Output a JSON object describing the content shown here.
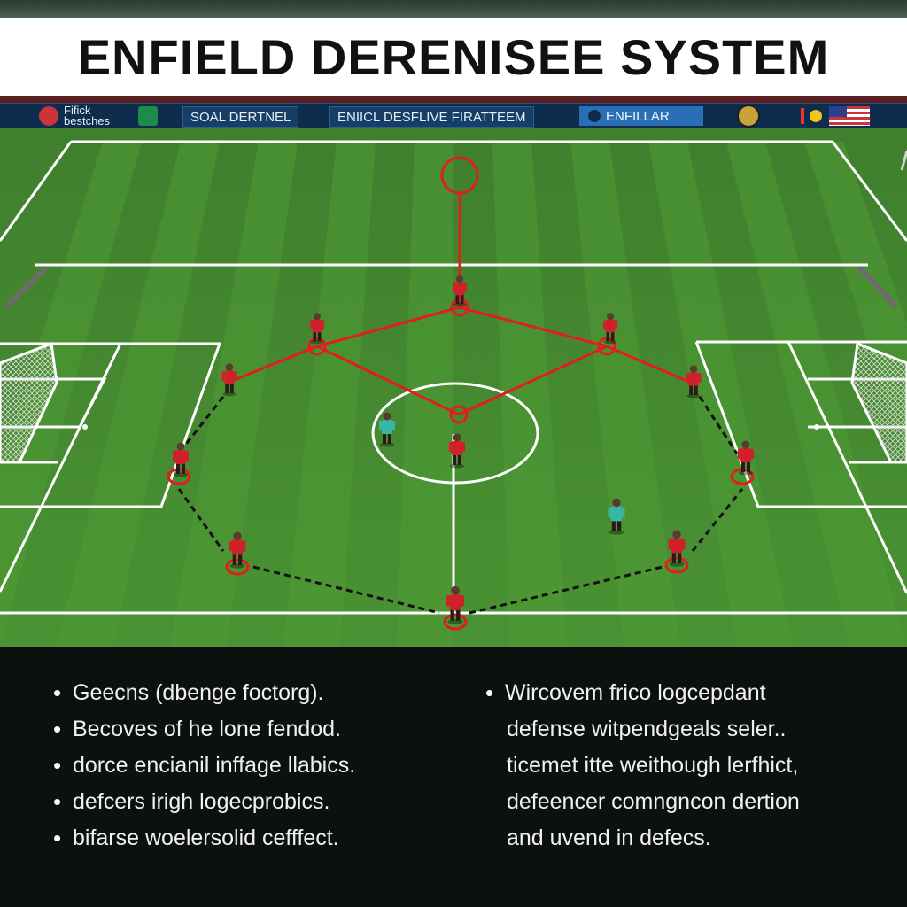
{
  "title": "ENFIELD DERENISEE SYSTEM",
  "ad_boards": [
    {
      "text": "Fifick\nbestches"
    },
    {
      "text": "SOAL DERTNEL"
    },
    {
      "text": "ENIICL DESFLIVE FIRATTEEM"
    },
    {
      "text": "ENFILLAR"
    }
  ],
  "colors": {
    "pitch_light": "#4f9a34",
    "pitch_dark": "#3f8429",
    "line": "#ffffff",
    "red_link": "#e21d1d",
    "player_red": "#d0202a",
    "player_teal": "#39b6a8",
    "dashed_link": "#111111"
  },
  "left_bullets": [
    "Geecns (dbenge foctorg).",
    "Becoves of he lone fendod.",
    "dorce encianil inffage llabics.",
    "defcers irigh logecprobics.",
    "bifarse woelersolid cefffect."
  ],
  "right_bullets": [
    {
      "text": "Wircovem frico logcepdant",
      "bullet": true
    },
    {
      "text": "defense witpendgeals seler..",
      "bullet": false
    },
    {
      "text": "ticemet itte weithough lerfhict,",
      "bullet": false
    },
    {
      "text": "defeencer comngncon dertion",
      "bullet": false
    },
    {
      "text": "and uvend in defecs.",
      "bullet": false
    }
  ]
}
